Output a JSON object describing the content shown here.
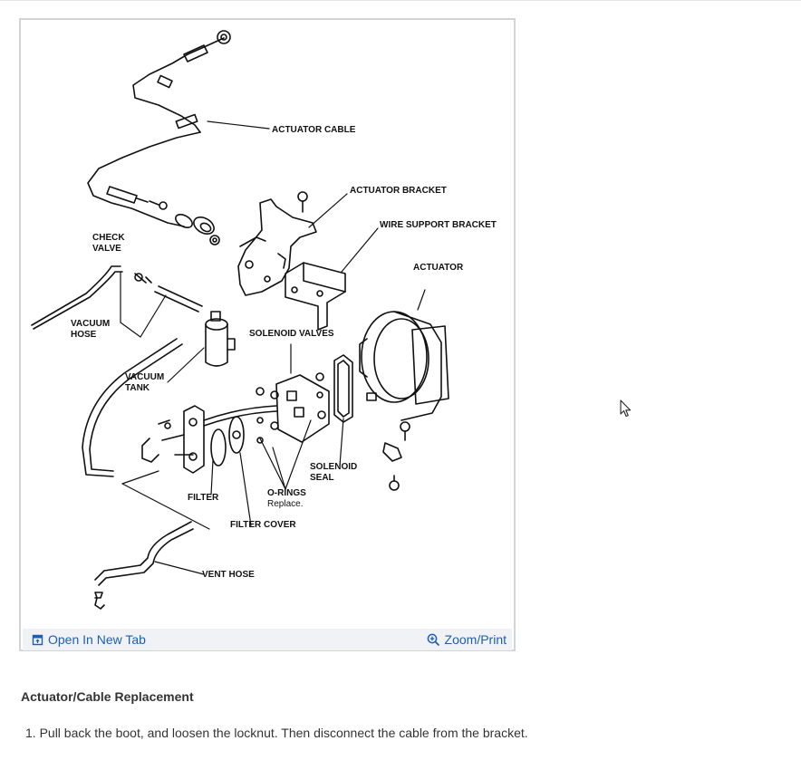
{
  "figure": {
    "labels": {
      "actuator_cable": "ACTUATOR CABLE",
      "actuator_bracket": "ACTUATOR BRACKET",
      "wire_support_bracket": "WIRE SUPPORT BRACKET",
      "actuator": "ACTUATOR",
      "check_valve_1": "CHECK",
      "check_valve_2": "VALVE",
      "vacuum_hose_1": "VACUUM",
      "vacuum_hose_2": "HOSE",
      "solenoid_valves": "SOLENOID VALVES",
      "vacuum_tank_1": "VACUUM",
      "vacuum_tank_2": "TANK",
      "solenoid_seal_1": "SOLENOID",
      "solenoid_seal_2": "SEAL",
      "filter": "FILTER",
      "o_rings": "O-RINGS",
      "replace": "Replace.",
      "filter_cover": "FILTER COVER",
      "vent_hose": "VENT HOSE"
    },
    "toolbar": {
      "open_new_tab": "Open In New Tab",
      "zoom_print": "Zoom/Print"
    },
    "link_color": "#1f5fae"
  },
  "caption": "Actuator/Cable Replacement",
  "steps": [
    "1. Pull back the boot, and loosen the locknut. Then disconnect the cable from the bracket."
  ]
}
